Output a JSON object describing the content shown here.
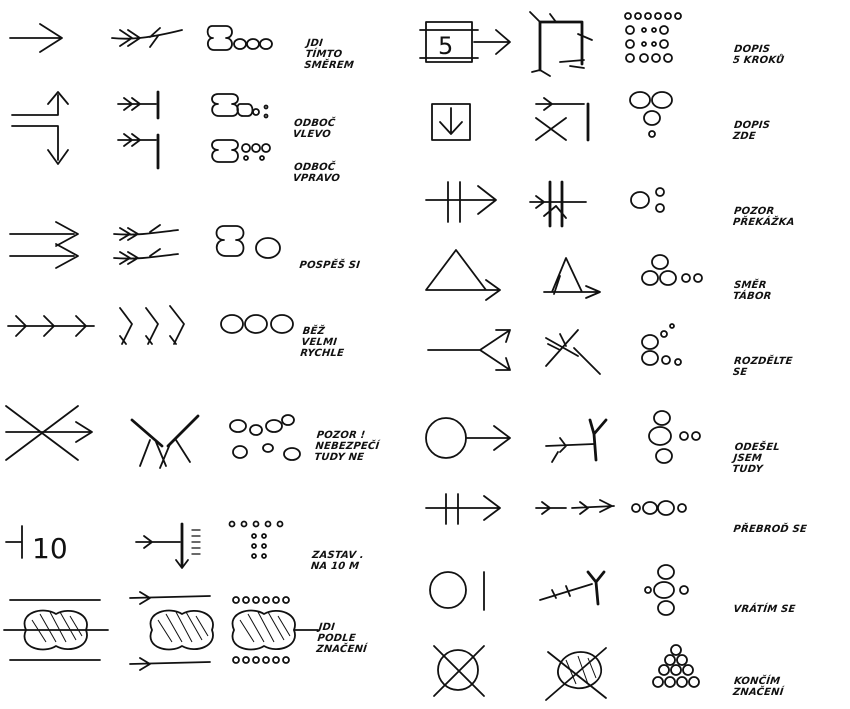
{
  "signs": [
    {
      "id": "follow-direction",
      "label": [
        "JDI",
        "TÍMTO",
        "SMĚREM"
      ]
    },
    {
      "id": "turn-left",
      "label": [
        "ODBOČ",
        "VLEVO"
      ]
    },
    {
      "id": "turn-right",
      "label": [
        "ODBOČ",
        "VPRAVO"
      ]
    },
    {
      "id": "hurry",
      "label": [
        "POSPĚŠ SI"
      ]
    },
    {
      "id": "run-fast",
      "label": [
        "BĚŽ",
        "VELMI",
        "RYCHLE"
      ]
    },
    {
      "id": "danger",
      "label": [
        "POZOR !",
        "NEBEZPEČÍ",
        "TUDY NE"
      ]
    },
    {
      "id": "stop",
      "label": [
        "ZASTAV .",
        "NA 10 M"
      ]
    },
    {
      "id": "follow-marks",
      "label": [
        "JDI",
        "PODLE",
        "ZNAČENÍ"
      ]
    },
    {
      "id": "letter-5-steps",
      "label": [
        "DOPIS",
        "5 KROKŮ"
      ]
    },
    {
      "id": "letter-here",
      "label": [
        "DOPIS",
        "ZDE"
      ]
    },
    {
      "id": "obstacle",
      "label": [
        "POZOR",
        "PŘEKÁŽKA"
      ]
    },
    {
      "id": "camp",
      "label": [
        "SMĚR",
        "TÁBOR"
      ]
    },
    {
      "id": "split",
      "label": [
        "ROZDĚLTE",
        "SE"
      ]
    },
    {
      "id": "went-this-way",
      "label": [
        "ODEŠEL",
        "JSEM",
        "TUDY"
      ]
    },
    {
      "id": "cross-river",
      "label": [
        "PŘEBROĎ SE"
      ]
    },
    {
      "id": "return",
      "label": [
        "VRÁTÍM SE"
      ]
    },
    {
      "id": "end",
      "label": [
        "KONČÍM",
        "ZNAČENÍ"
      ]
    }
  ],
  "numbers": {
    "steps": "5",
    "stop_distance": "10"
  }
}
